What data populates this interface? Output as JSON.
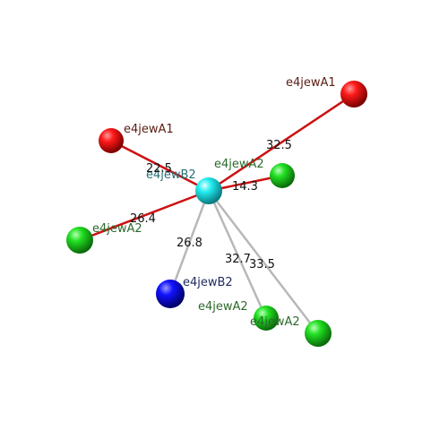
{
  "colors": {
    "background": "#ffffff",
    "red": "#d40000",
    "green": "#11dd11",
    "blue": "#0000ee",
    "cyan": "#11e8ee",
    "bond_red": "#cc1111",
    "bond_gray": "#b8b8b8",
    "label_maroon": "#5a1d12",
    "label_green": "#2b6a2b",
    "label_teal": "#2a6e74",
    "label_navy": "#1f2a5e"
  },
  "center": {
    "id": "center",
    "color": "cyan",
    "label": "e4jewB2",
    "label_color": "label_teal"
  },
  "atoms": [
    {
      "id": "red-top-right",
      "color": "red",
      "label": "e4jewA1",
      "label_color": "label_maroon"
    },
    {
      "id": "red-left",
      "color": "red",
      "label": "e4jewA1",
      "label_color": "label_maroon"
    },
    {
      "id": "green-near",
      "color": "green",
      "label": "e4jewA2",
      "label_color": "label_green"
    },
    {
      "id": "green-left",
      "color": "green",
      "label": "e4jewA2",
      "label_color": "label_green"
    },
    {
      "id": "blue-bottom",
      "color": "blue",
      "label": "e4jewB2",
      "label_color": "label_navy"
    },
    {
      "id": "green-bottom-mid",
      "color": "green",
      "label": "e4jewA2",
      "label_color": "label_green"
    },
    {
      "id": "green-bottom-right",
      "color": "green",
      "label": "e4jewA2",
      "label_color": "label_green"
    }
  ],
  "bonds": [
    {
      "to": "red-top-right",
      "style": "red",
      "distance": "32.5"
    },
    {
      "to": "red-left",
      "style": "red",
      "distance": "22.5"
    },
    {
      "to": "green-near",
      "style": "red",
      "distance": "14.3"
    },
    {
      "to": "green-left",
      "style": "red",
      "distance": "26.4"
    },
    {
      "to": "blue-bottom",
      "style": "gray",
      "distance": "26.8"
    },
    {
      "to": "green-bottom-mid",
      "style": "gray",
      "distance": "32.7"
    },
    {
      "to": "green-bottom-right",
      "style": "gray",
      "distance": "33.5"
    }
  ]
}
